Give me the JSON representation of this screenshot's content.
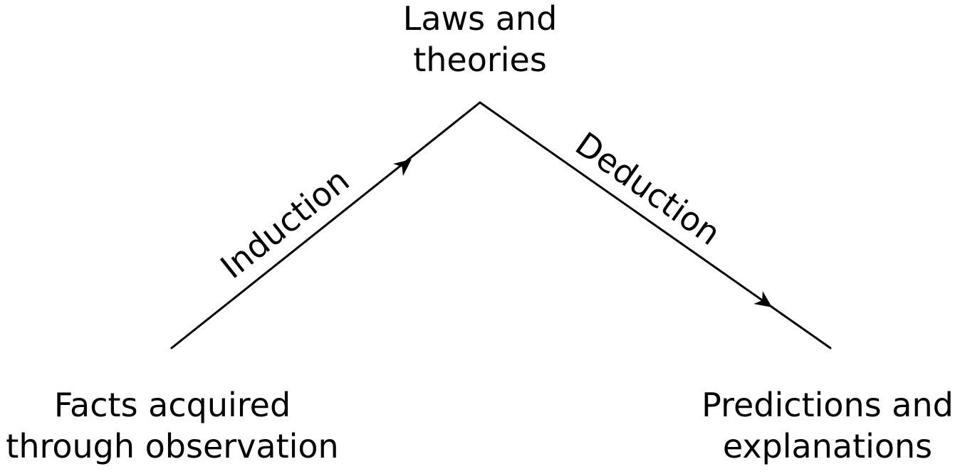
{
  "diagram": {
    "top_node": {
      "lines": [
        "Laws and",
        "theories"
      ]
    },
    "left_node": {
      "lines": [
        "Facts acquired",
        "through observation"
      ]
    },
    "right_node": {
      "lines": [
        "Predictions and",
        "explanations"
      ]
    },
    "edges": {
      "induction": "Induction",
      "deduction": "Deduction"
    },
    "colors": {
      "line": "#000000",
      "background": "#ffffff"
    }
  }
}
